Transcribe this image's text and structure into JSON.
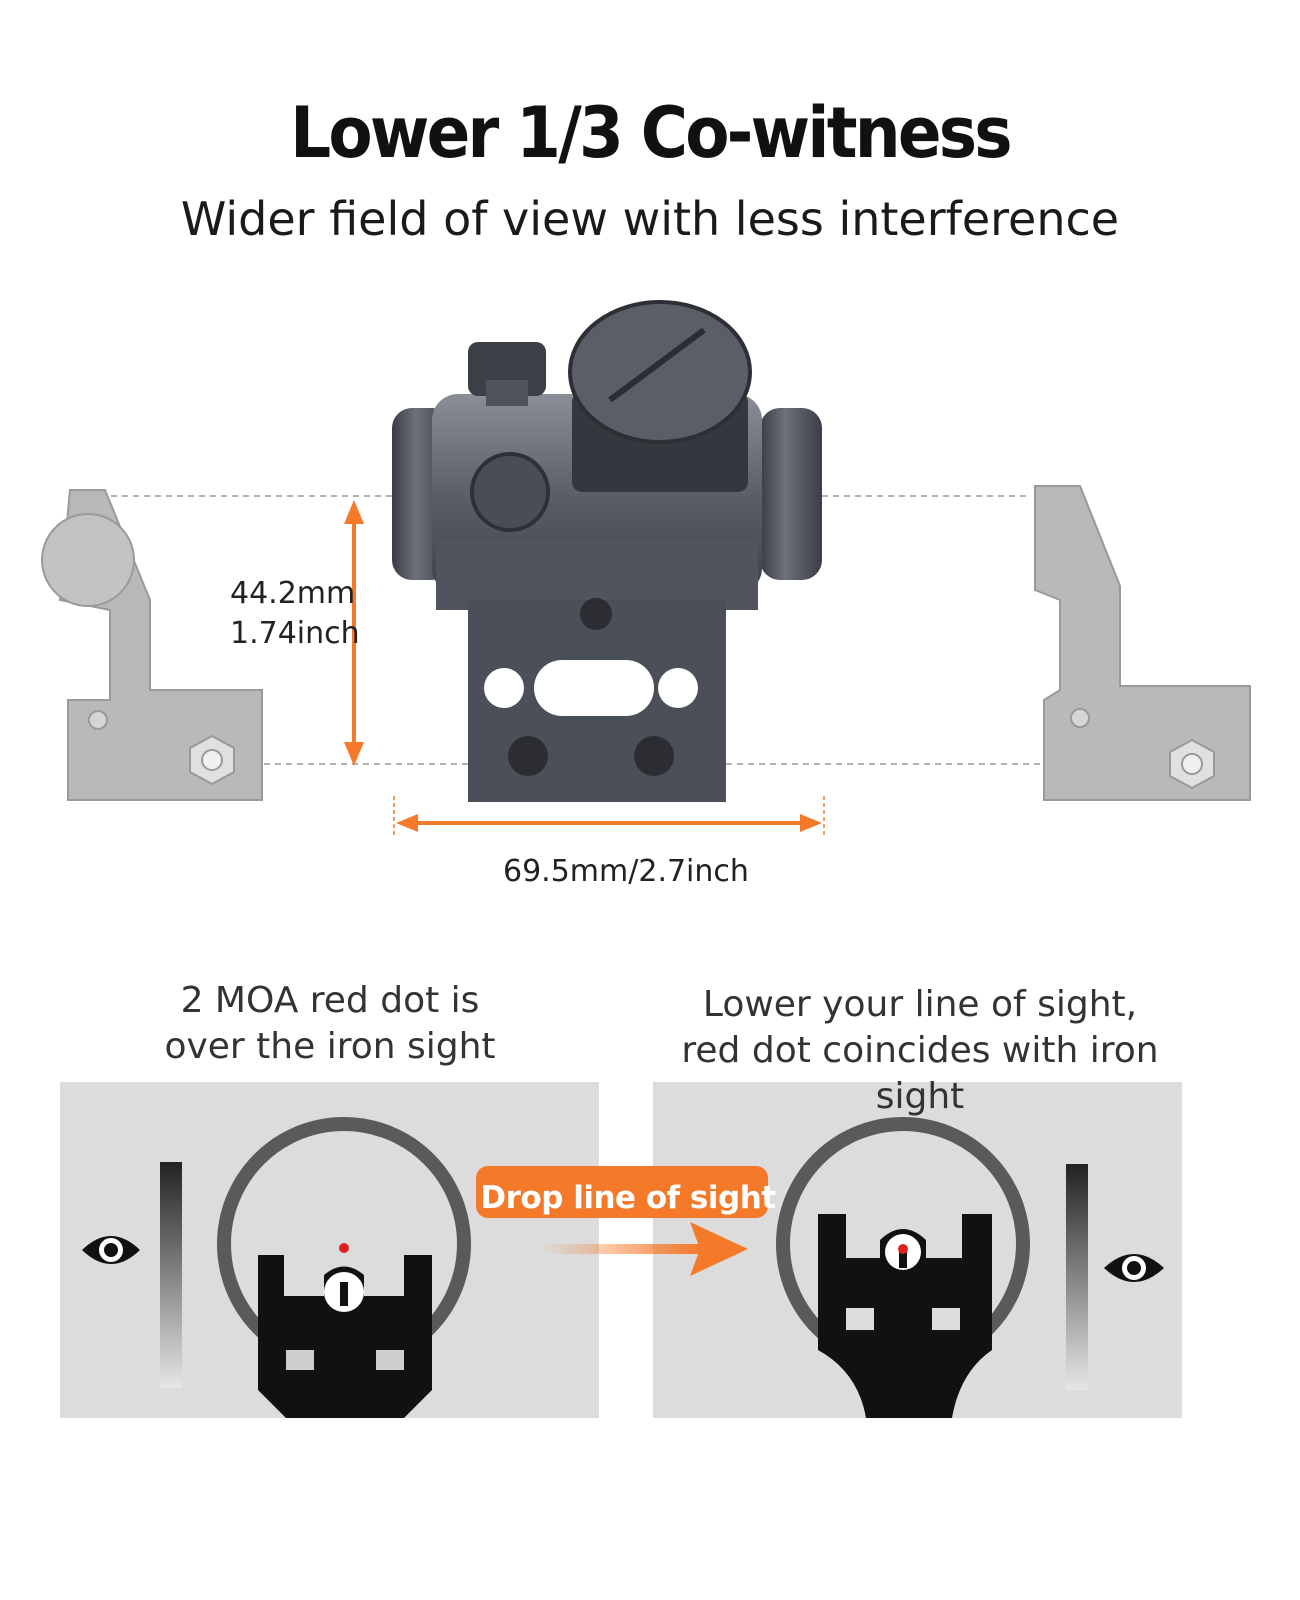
{
  "header": {
    "title": "Lower 1/3 Co-witness",
    "subtitle": "Wider field of view with less interference"
  },
  "dimensions": {
    "height_mm": "44.2mm",
    "height_inch": "1.74inch",
    "width": "69.5mm/2.7inch"
  },
  "panels": {
    "left_caption_line1": "2 MOA red dot is",
    "left_caption_line2": "over the iron sight",
    "right_caption_line1": "Lower your line of sight,",
    "right_caption_line2": "red dot coincides with iron sight",
    "drop_label": "Drop line of sight"
  },
  "colors": {
    "accent_orange": "#f47a2a",
    "panel_gray": "#dcdcdc",
    "red_dot": "#e02020"
  },
  "icons": [
    "eye-icon",
    "eye-icon",
    "arrow-right-icon"
  ]
}
